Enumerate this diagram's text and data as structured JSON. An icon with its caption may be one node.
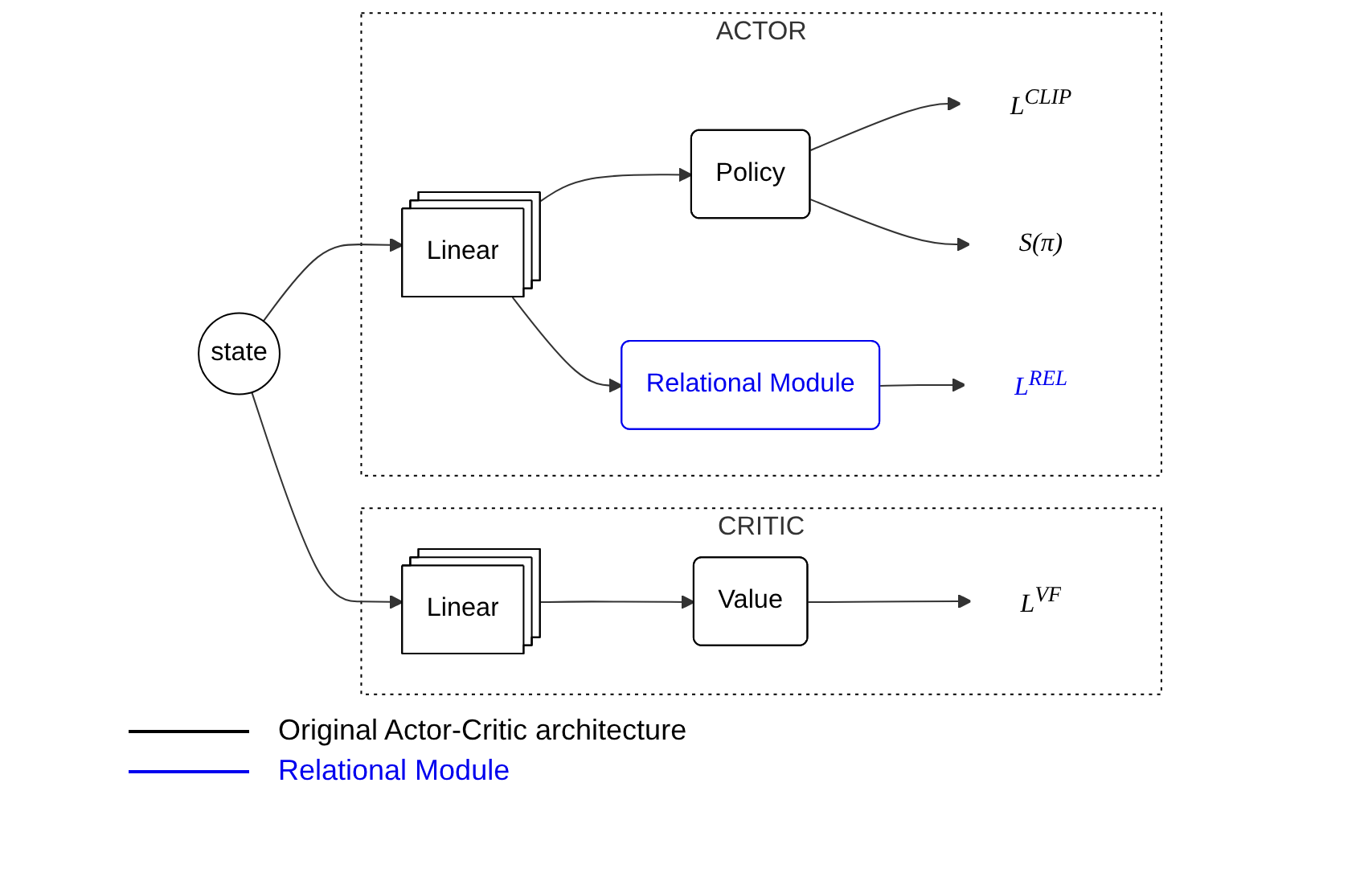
{
  "diagram": {
    "nodes": [
      {
        "text": [
          "CRITIC"
        ]
      },
      {
        "text": [
          "Linear"
        ],
        "in": 0
      },
      {
        "text": [
          "Value"
        ],
        "in": 0
      },
      {
        "text": [
          "L$^{VF}$"
        ],
        "in": 0
      },
      {
        "text": [
          "state"
        ]
      },
      {
        "text": [
          "ACTOR"
        ]
      },
      {
        "text": [
          "Linear"
        ],
        "in": 5
      },
      {
        "text": [
          "Policy"
        ],
        "in": 5
      },
      {
        "text": [
          "Relational Module"
        ],
        "in": 5
      },
      {
        "text": [
          "L$^{CLIP}$"
        ],
        "in": 5
      },
      {
        "text": [
          "S(π)"
        ],
        "in": 5
      },
      {
        "text": [
          "L$^{REL}$"
        ],
        "in": 5
      }
    ],
    "edges": [
      {
        "from": 4,
        "to": 1,
        "arrow": "to"
      },
      {
        "from": 4,
        "to": 6,
        "arrow": "to"
      },
      {
        "from": 1,
        "to": 2,
        "arrow": "to"
      },
      {
        "from": 2,
        "to": 3,
        "arrow": "to"
      },
      {
        "from": 6,
        "to": 7,
        "arrow": "to"
      },
      {
        "from": 6,
        "to": 8,
        "arrow": "to"
      },
      {
        "from": 7,
        "to": 9,
        "arrow": "to"
      },
      {
        "from": 7,
        "to": 10,
        "arrow": "to"
      },
      {
        "from": 8,
        "to": 11,
        "arrow": "to"
      }
    ],
    "legend": [
      {
        "text": "Original Actor-Critic architecture"
      },
      {
        "text": "Relational Module"
      }
    ]
  }
}
